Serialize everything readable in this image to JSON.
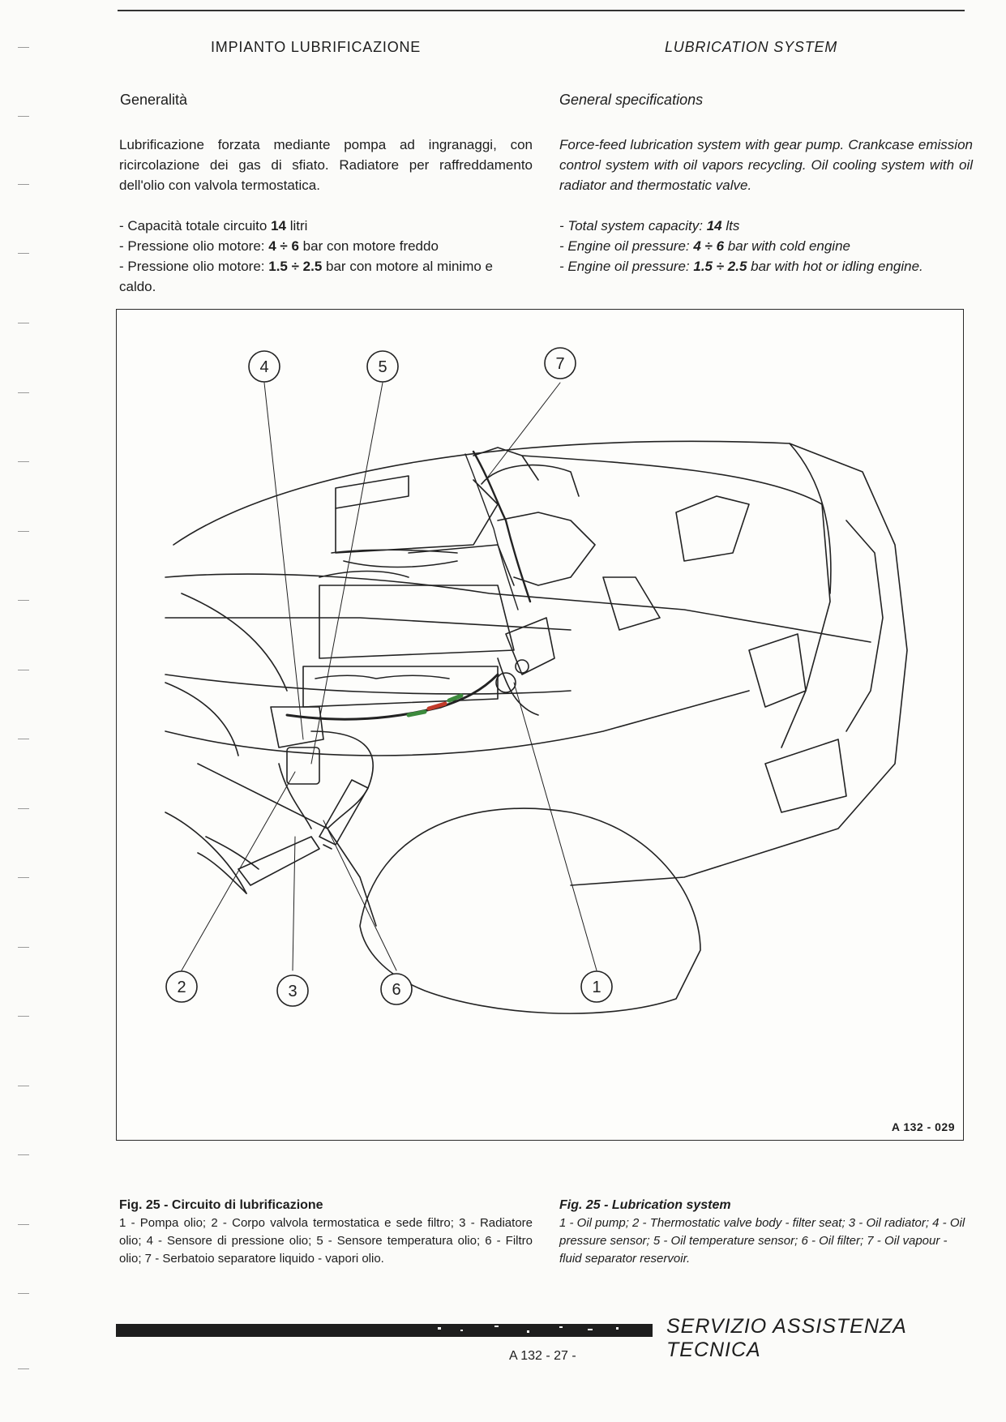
{
  "header": {
    "title_it": "IMPIANTO LUBRIFICAZIONE",
    "title_en": "LUBRICATION SYSTEM"
  },
  "section": {
    "subtitle_it": "Generalità",
    "subtitle_en": "General specifications"
  },
  "intro": {
    "it": "Lubrificazione forzata mediante pompa ad ingranaggi, con ricircolazione dei gas di sfiato. Radiatore per raffreddamento dell'olio con valvola termostatica.",
    "en": "Force-feed lubrication system with gear pump. Crankcase emission control system with oil vapors recycling. Oil cooling system with oil radiator and thermostatic valve."
  },
  "specs_it": {
    "capacity_label": "- Capacità totale circuito ",
    "capacity_value": "14",
    "capacity_unit": " litri",
    "cold_label": "- Pressione olio motore: ",
    "cold_value": "4 ÷ 6",
    "cold_suffix": " bar con motore freddo",
    "hot_label": "- Pressione olio motore: ",
    "hot_value": "1.5 ÷ 2.5",
    "hot_suffix": "  bar con motore al minimo e caldo."
  },
  "specs_en": {
    "capacity_label": "- Total system capacity: ",
    "capacity_value": "14",
    "capacity_unit": " lts",
    "cold_label": "- Engine oil pressure: ",
    "cold_value": "4 ÷ 6",
    "cold_suffix": " bar with cold engine",
    "hot_label": "- Engine oil pressure: ",
    "hot_value": "1.5 ÷ 2.5",
    "hot_suffix": "  bar with hot or idling engine."
  },
  "figure": {
    "code": "A 132 - 029",
    "callouts": [
      "1",
      "2",
      "3",
      "4",
      "5",
      "6",
      "7"
    ]
  },
  "caption_it": {
    "title": "Fig. 25 - Circuito di lubrificazione",
    "body": "1 - Pompa olio; 2 - Corpo valvola termostatica e sede filtro; 3 - Radiatore olio; 4 - Sensore di pressione olio; 5 - Sensore temperatura olio; 6 - Filtro olio; 7 - Serbatoio separatore liquido - vapori olio."
  },
  "caption_en": {
    "title": "Fig. 25 - Lubrication system",
    "body": "1 - Oil pump; 2 - Thermostatic valve body - filter seat; 3 - Oil radiator; 4 - Oil pressure sensor; 5 - Oil temperature sensor; 6 - Oil filter; 7 - Oil vapour - fluid separator reservoir."
  },
  "footer": {
    "service": "SERVIZIO ASSISTENZA TECNICA",
    "page": "A 132  - 27 -"
  },
  "colors": {
    "ink": "#1d1d1d",
    "pipe_green": "#3c8a3c",
    "pipe_red": "#c23a2a"
  }
}
